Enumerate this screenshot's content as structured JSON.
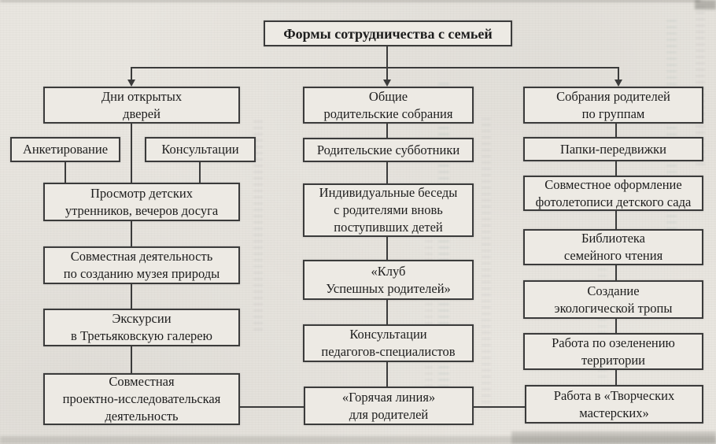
{
  "colors": {
    "paper": "#e9e6e0",
    "box_fill": "#edeae4",
    "line": "#3b3b3b",
    "text": "#1d1d1d"
  },
  "diagram": {
    "title": "Формы сотрудничества с семьей",
    "columns": [
      {
        "header": "Дни открытых\nдверей",
        "items": [
          "Анкетирование",
          "Консультации",
          "Просмотр детских\nутренников, вечеров досуга",
          "Совместная деятельность\nпо созданию музея природы",
          "Экскурсии\nв Третьяковскую галерею",
          "Совместная\nпроектно-исследовательская\nдеятельность"
        ]
      },
      {
        "header": "Общие\nродительские собрания",
        "items": [
          "Родительские субботники",
          "Индивидуальные беседы\nс родителями вновь\nпоступивших детей",
          "«Клуб\nУспешных родителей»",
          "Консультации\nпедагогов-специалистов",
          "«Горячая линия»\nдля родителей"
        ]
      },
      {
        "header": "Собрания родителей\nпо группам",
        "items": [
          "Папки-передвижки",
          "Совместное оформление\nфотолетописи детского сада",
          "Библиотека\nсемейного чтения",
          "Создание\nэкологической тропы",
          "Работа по озеленению\nтерритории",
          "Работа в «Творческих\nмастерских»"
        ]
      }
    ]
  }
}
